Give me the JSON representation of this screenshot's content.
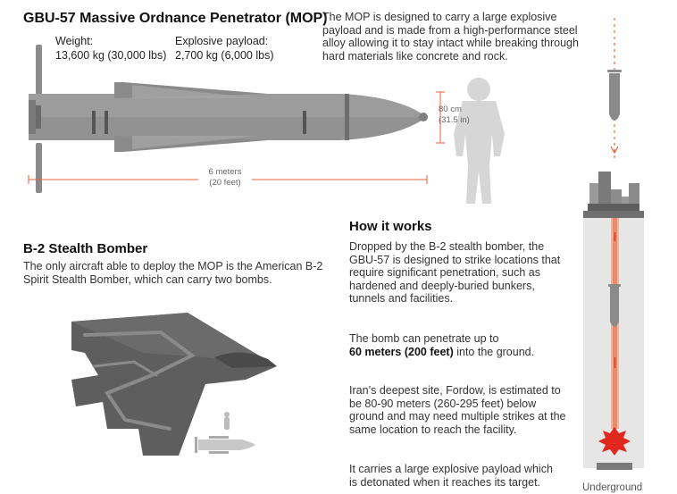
{
  "header": {
    "title": "GBU-57 Massive Ordnance Penetrator (MOP)",
    "weight_label": "Weight:",
    "weight_value": "13,600 kg (30,000 lbs)",
    "payload_label": "Explosive payload:",
    "payload_value": "2,700 kg (6,000 lbs)",
    "intro": "The MOP is designed to carry a large explosive payload and is made from a high-performance steel alloy allowing it to stay intact while breaking through hard materials like concrete and rock."
  },
  "bomb_dimensions": {
    "diameter_metric": "80 cm",
    "diameter_imperial": "(31.5 in)",
    "length_metric": "6 meters",
    "length_imperial": "(20 feet)"
  },
  "bomber": {
    "heading": "B-2 Stealth Bomber",
    "text": "The only aircraft able to deploy the MOP is the American B-2 Spirit Stealth Bomber, which can carry two bombs."
  },
  "how_it_works": {
    "heading": "How it works",
    "p1": "Dropped by the B-2 stealth bomber, the GBU-57 is designed to strike locations that require significant penetration, such as hardened and deeply-buried bunkers, tunnels and facilities.",
    "p2_before": "The bomb can penetrate up to",
    "p2_bold": "60 meters (200 feet)",
    "p2_after": "into the ground.",
    "p3": "Iran’s deepest site, Fordow, is estimated to be 80-90 meters (260-295 feet) below ground and may need multiple strikes at the same location to reach the facility.",
    "p4": "It carries a large explosive payload which is detonated when it reaches its target."
  },
  "ground_column": {
    "label": "Underground"
  },
  "colors": {
    "bomb_fill": "#8e8e8e",
    "bomber_fill": "#5e5e5e",
    "accent_orange": "#e8623a",
    "explosion_red": "#e0281e",
    "silhouette": "#d6d6d6"
  }
}
